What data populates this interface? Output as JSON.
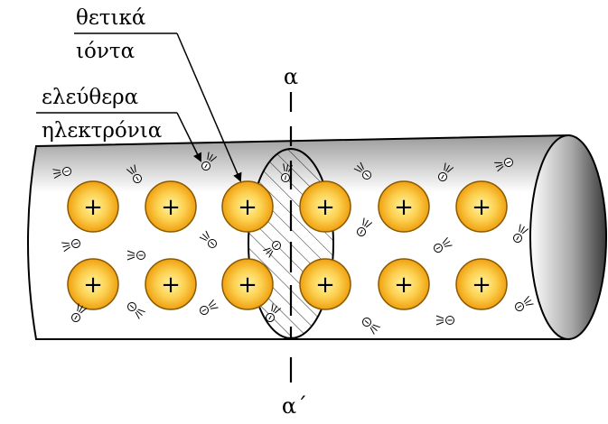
{
  "labels": {
    "positive_ions_line1": "θετικά",
    "positive_ions_line2": "ιόντα",
    "free_electrons_line1": "ελεύθερα",
    "free_electrons_line2": "ηλεκτρόνια",
    "axis_top": "α",
    "axis_bottom": "α΄"
  },
  "symbols": {
    "ion_sign": "+",
    "electron_sign": "⊖"
  },
  "colors": {
    "ion_fill_center": "#fff4a0",
    "ion_fill_edge": "#f0a010",
    "ion_stroke": "#8a5a00"
  }
}
